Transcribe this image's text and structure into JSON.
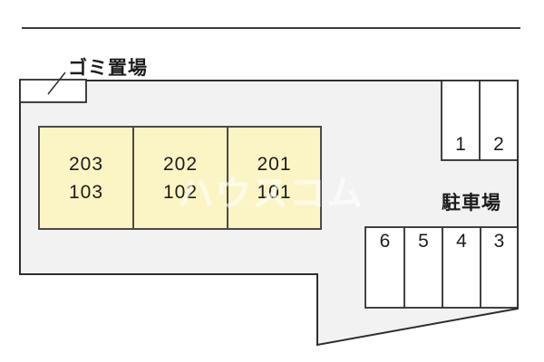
{
  "labels": {
    "garbage_area": "ゴミ置場",
    "parking_lot": "駐車場",
    "watermark": "ハウスコム"
  },
  "building": {
    "units": [
      {
        "upper": "203",
        "lower": "103"
      },
      {
        "upper": "202",
        "lower": "102"
      },
      {
        "upper": "201",
        "lower": "101"
      }
    ]
  },
  "parking": {
    "upper_stalls": [
      "1",
      "2"
    ],
    "lower_stalls": [
      "6",
      "5",
      "4",
      "3"
    ]
  },
  "colors": {
    "site_fill": "#f2f2f2",
    "building_fill": "#fbf5c6",
    "stall_fill": "#ffffff",
    "garbage_box_fill": "#ffffff",
    "outline": "#2e2e2e",
    "building_outline": "#4a4a4a",
    "text": "#1c1c1c",
    "top_rule": "#3d3d3d"
  }
}
